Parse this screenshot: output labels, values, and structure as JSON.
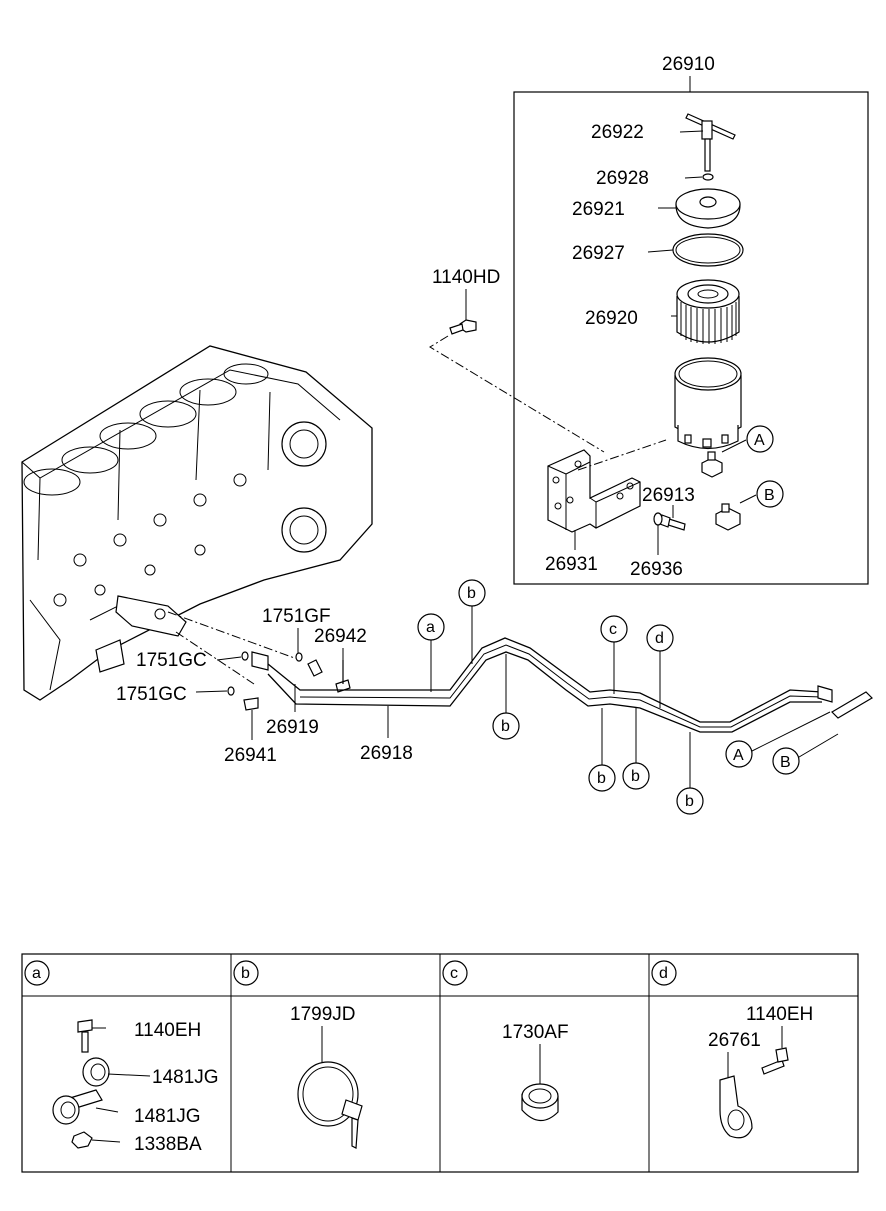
{
  "assembly_label": "26910",
  "labels": {
    "p26922": "26922",
    "p26928": "26928",
    "p26921": "26921",
    "p26927": "26927",
    "p26920": "26920",
    "p1140HD": "1140HD",
    "p26913": "26913",
    "p26931": "26931",
    "p26936": "26936",
    "p1751GF": "1751GF",
    "p26942": "26942",
    "p1751GC_a": "1751GC",
    "p1751GC_b": "1751GC",
    "p26919": "26919",
    "p26941": "26941",
    "p26918": "26918"
  },
  "callouts": {
    "A": "A",
    "B": "B",
    "a": "a",
    "b": "b",
    "c": "c",
    "d": "d"
  },
  "legend": {
    "headers": [
      "a",
      "b",
      "c",
      "d"
    ],
    "cell_a": [
      "1140EH",
      "1481JG",
      "1481JG",
      "1338BA"
    ],
    "cell_b": [
      "1799JD"
    ],
    "cell_c": [
      "1730AF"
    ],
    "cell_d": [
      "1140EH",
      "26761"
    ]
  }
}
